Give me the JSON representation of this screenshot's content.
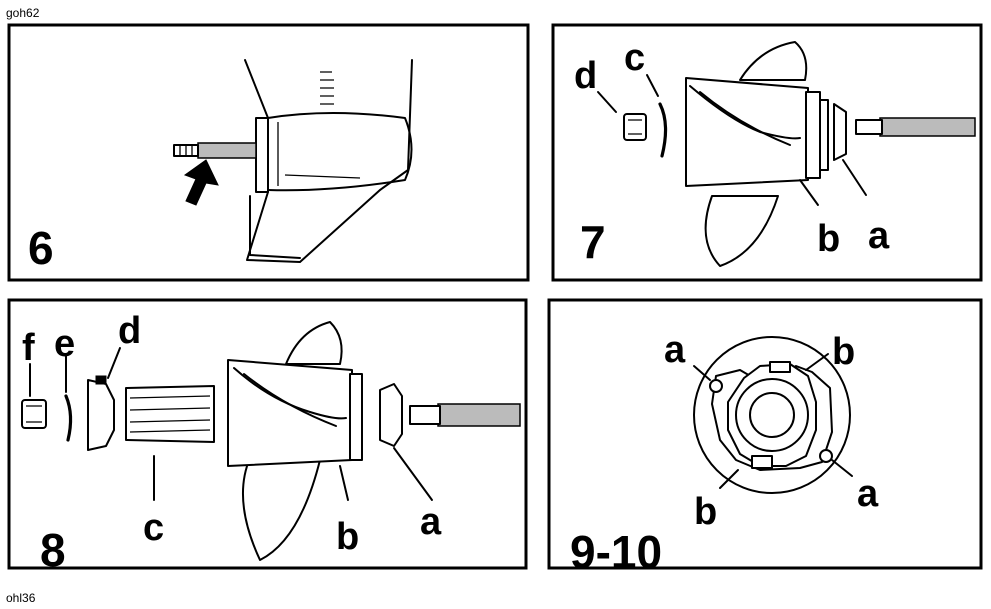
{
  "header_code": "goh62",
  "footer_code": "ohl36",
  "panels": [
    {
      "number": "6"
    },
    {
      "number": "7",
      "labels": {
        "a": "a",
        "b": "b",
        "c": "c",
        "d": "d"
      }
    },
    {
      "number": "8",
      "labels": {
        "a": "a",
        "b": "b",
        "c": "c",
        "d": "d",
        "e": "e",
        "f": "f"
      }
    },
    {
      "number": "9-10",
      "labels": {
        "a1": "a",
        "a2": "a",
        "b1": "b",
        "b2": "b"
      }
    }
  ]
}
